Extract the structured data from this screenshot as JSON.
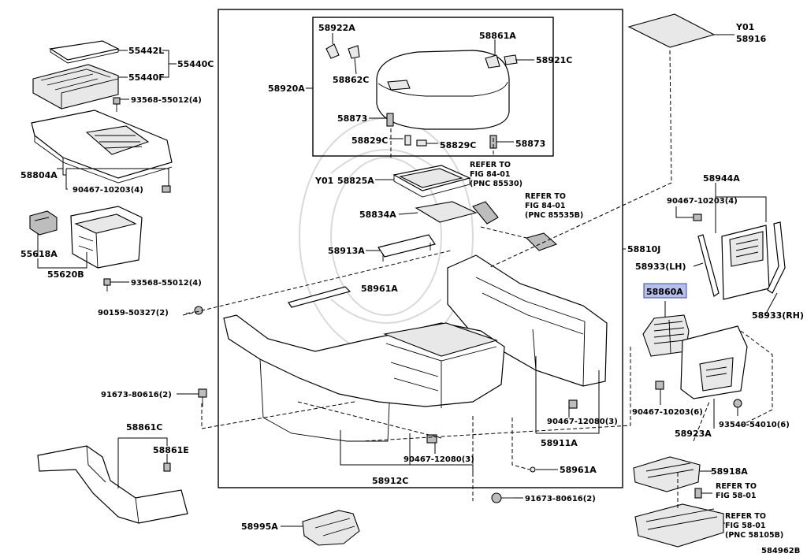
{
  "labels": {
    "p55442L": "55442L",
    "p55440C": "55440C",
    "p55440F": "55440F",
    "p93568a": "93568-55012(4)",
    "p58804A": "58804A",
    "p90467a": "90467-10203(4)",
    "p55618A": "55618A",
    "p55620B": "55620B",
    "p93568b": "93568-55012(4)",
    "p90159": "90159-50327(2)",
    "p91673a": "91673-80616(2)",
    "p58861C": "58861C",
    "p58861E": "58861E",
    "p58922A": "58922A",
    "p58862C": "58862C",
    "p58861A": "58861A",
    "p58921C": "58921C",
    "p58920A": "58920A",
    "p58873a": "58873",
    "p58829Ca": "58829C",
    "p58829Cb": "58829C",
    "p58873b": "58873",
    "y01a": "Y01",
    "p58825A": "58825A",
    "p58834A": "58834A",
    "p58913A": "58913A",
    "p58961Aa": "58961A",
    "p58810J": "58810J",
    "p90467b": "90467-12080(3)",
    "p58911A": "58911A",
    "p90467c": "90467-12080(3)",
    "p58961Ab": "58961A",
    "p58912C": "58912C",
    "p91673b": "91673-80616(2)",
    "p58995A": "58995A",
    "y01b": "Y01",
    "p58916": "58916",
    "p58944A": "58944A",
    "p90467d": "90467-10203(4)",
    "p58933LH": "58933(LH)",
    "p58860A": "58860A",
    "p58933RH": "58933(RH)",
    "p90467e": "90467-10203(6)",
    "p93540": "93540-54010(6)",
    "p58923A": "58923A",
    "p58918A": "58918A",
    "fig_code": "584962B"
  },
  "refs": {
    "r1": {
      "l1": "REFER TO",
      "l2": "FIG 84-01",
      "l3": "(PNC 85530)"
    },
    "r2": {
      "l1": "REFER TO",
      "l2": "FIG 84-01",
      "l3": "(PNC 85535B)"
    },
    "r3": {
      "l1": "REFER TO",
      "l2": "FIG 58-01"
    },
    "r4": {
      "l1": "REFER TO",
      "l2": "FIG 58-01",
      "l3": "(PNC 58105B)"
    }
  },
  "colors": {
    "highlight_fill": "#b7c0ea",
    "highlight_border": "#3c47a0",
    "line": "#000000"
  },
  "highlighted_part": "58860A"
}
